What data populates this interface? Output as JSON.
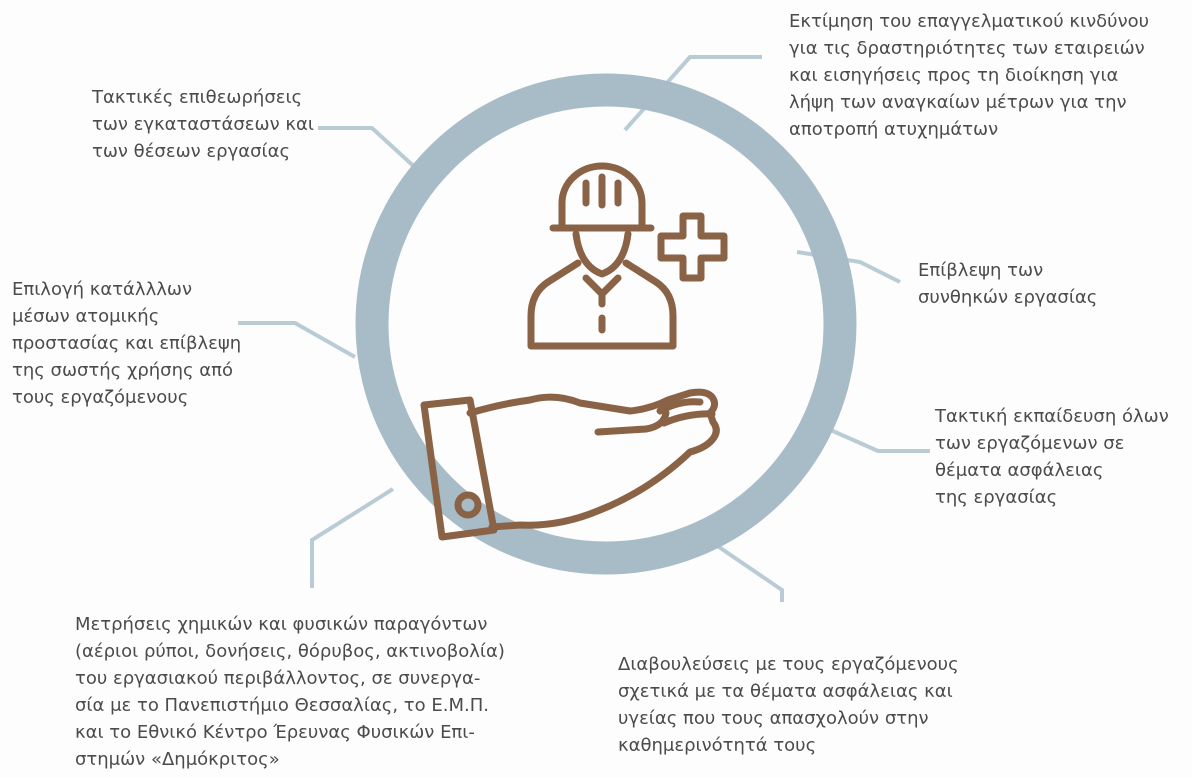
{
  "colors": {
    "ring": "#a7bcc7",
    "connector": "#b9ccd6",
    "icon": "#8a6346",
    "text": "#4b4b4b",
    "background": "#fdfdfd"
  },
  "center_icon": "worker-with-helmet-on-open-hand-with-medical-cross-icon",
  "items": [
    {
      "key": "risk_assessment",
      "lines": [
        "Εκτίμηση του επαγγελματικού κινδύνου",
        "για τις δραστηριότητες των εταιρειών",
        "και εισηγήσεις προς τη διοίκηση για",
        "λήψη των αναγκαίων μέτρων για την",
        "αποτροπή ατυχημάτων"
      ]
    },
    {
      "key": "inspections",
      "lines": [
        "Τακτικές επιθεωρήσεις",
        "των εγκαταστάσεων και",
        "των θέσεων εργασίας"
      ]
    },
    {
      "key": "supervision",
      "lines": [
        "Επίβλεψη των",
        "συνθηκών εργασίας"
      ]
    },
    {
      "key": "ppe",
      "lines": [
        "Επιλογή κατάλλλων",
        "μέσων ατομικής",
        "προστασίας και επίβλεψη",
        "της σωστής χρήσης από",
        "τους εργαζόμενους"
      ]
    },
    {
      "key": "training",
      "lines": [
        "Τακτική εκπαίδευση όλων",
        "των εργαζόμενων σε",
        "θέματα ασφάλειας",
        "της εργασίας"
      ]
    },
    {
      "key": "measurements",
      "lines": [
        "Μετρήσεις χημικών και φυσικών παραγόντων",
        "(αέριοι ρύποι, δονήσεις, θόρυβος, ακτινοβολία)",
        "του εργασιακού περιβάλλοντος, σε συνεργα-",
        "σία με το Πανεπιστήμιο Θεσσαλίας, το Ε.Μ.Π.",
        "και το Εθνικό Κέντρο Έρευνας Φυσικών Επι-",
        "στημών «Δημόκριτος»"
      ]
    },
    {
      "key": "consultation",
      "lines": [
        "Διαβουλεύσεις με τους εργαζόμενους",
        "σχετικά με τα θέματα ασφάλειας και",
        "υγείας που τους απασχολούν στην",
        "καθημερινότητά τους"
      ]
    }
  ]
}
